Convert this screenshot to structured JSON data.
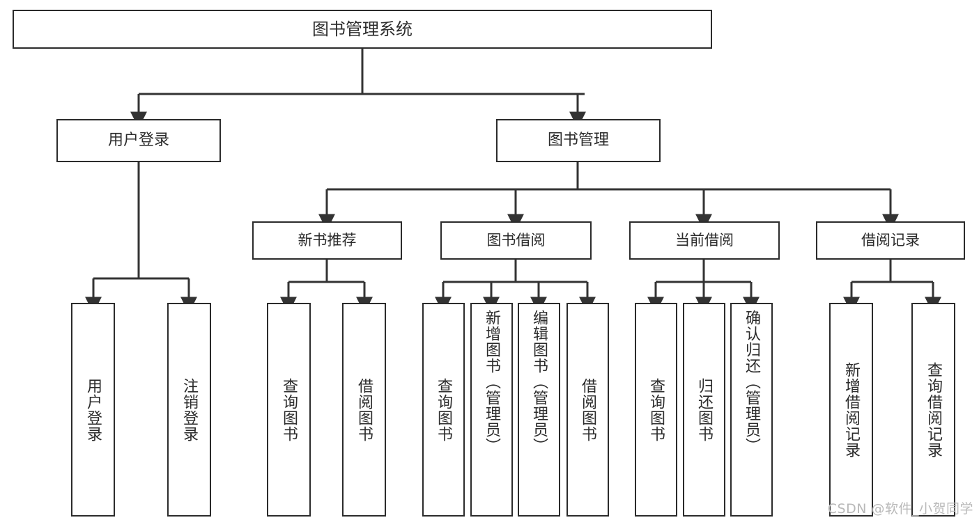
{
  "diagram": {
    "title": "图书管理系统",
    "type": "tree-hierarchy-chart",
    "root": {
      "id": "root",
      "label": "图书管理系统"
    },
    "level2": [
      {
        "id": "user-login",
        "label": "用户登录"
      },
      {
        "id": "book-manage",
        "label": "图书管理"
      }
    ],
    "level3": [
      {
        "id": "new-book-recommend",
        "label": "新书推荐"
      },
      {
        "id": "book-borrow",
        "label": "图书借阅"
      },
      {
        "id": "current-borrow",
        "label": "当前借阅"
      },
      {
        "id": "borrow-record",
        "label": "借阅记录"
      }
    ],
    "leaves": {
      "user_login": [
        {
          "id": "leaf-user-login",
          "label": "用户登录"
        },
        {
          "id": "leaf-logout-login",
          "label": "注销登录"
        }
      ],
      "new_book_recommend": [
        {
          "id": "leaf-query-book-1",
          "label": "查询图书"
        },
        {
          "id": "leaf-borrow-book-1",
          "label": "借阅图书"
        }
      ],
      "book_borrow": [
        {
          "id": "leaf-query-book-2",
          "label": "查询图书"
        },
        {
          "id": "leaf-add-book",
          "label": "新增图书（管理员）"
        },
        {
          "id": "leaf-edit-book",
          "label": "编辑图书（管理员）"
        },
        {
          "id": "leaf-borrow-book-2",
          "label": "借阅图书"
        }
      ],
      "current_borrow": [
        {
          "id": "leaf-query-book-3",
          "label": "查询图书"
        },
        {
          "id": "leaf-return-book",
          "label": "归还图书"
        },
        {
          "id": "leaf-confirm-return",
          "label": "确认归还（管理员）"
        }
      ],
      "borrow_record": [
        {
          "id": "leaf-add-record",
          "label": "新增借阅记录"
        },
        {
          "id": "leaf-query-record",
          "label": "查询借阅记录"
        }
      ]
    }
  },
  "watermark": {
    "text": "CSDN @软件_小贺同学"
  },
  "colors": {
    "box_border": "#2b2b2b",
    "box_fill": "#ffffff",
    "text": "#2b2b2b",
    "edge": "#333333",
    "watermark": "#b9b9b9",
    "background": "#ffffff"
  }
}
